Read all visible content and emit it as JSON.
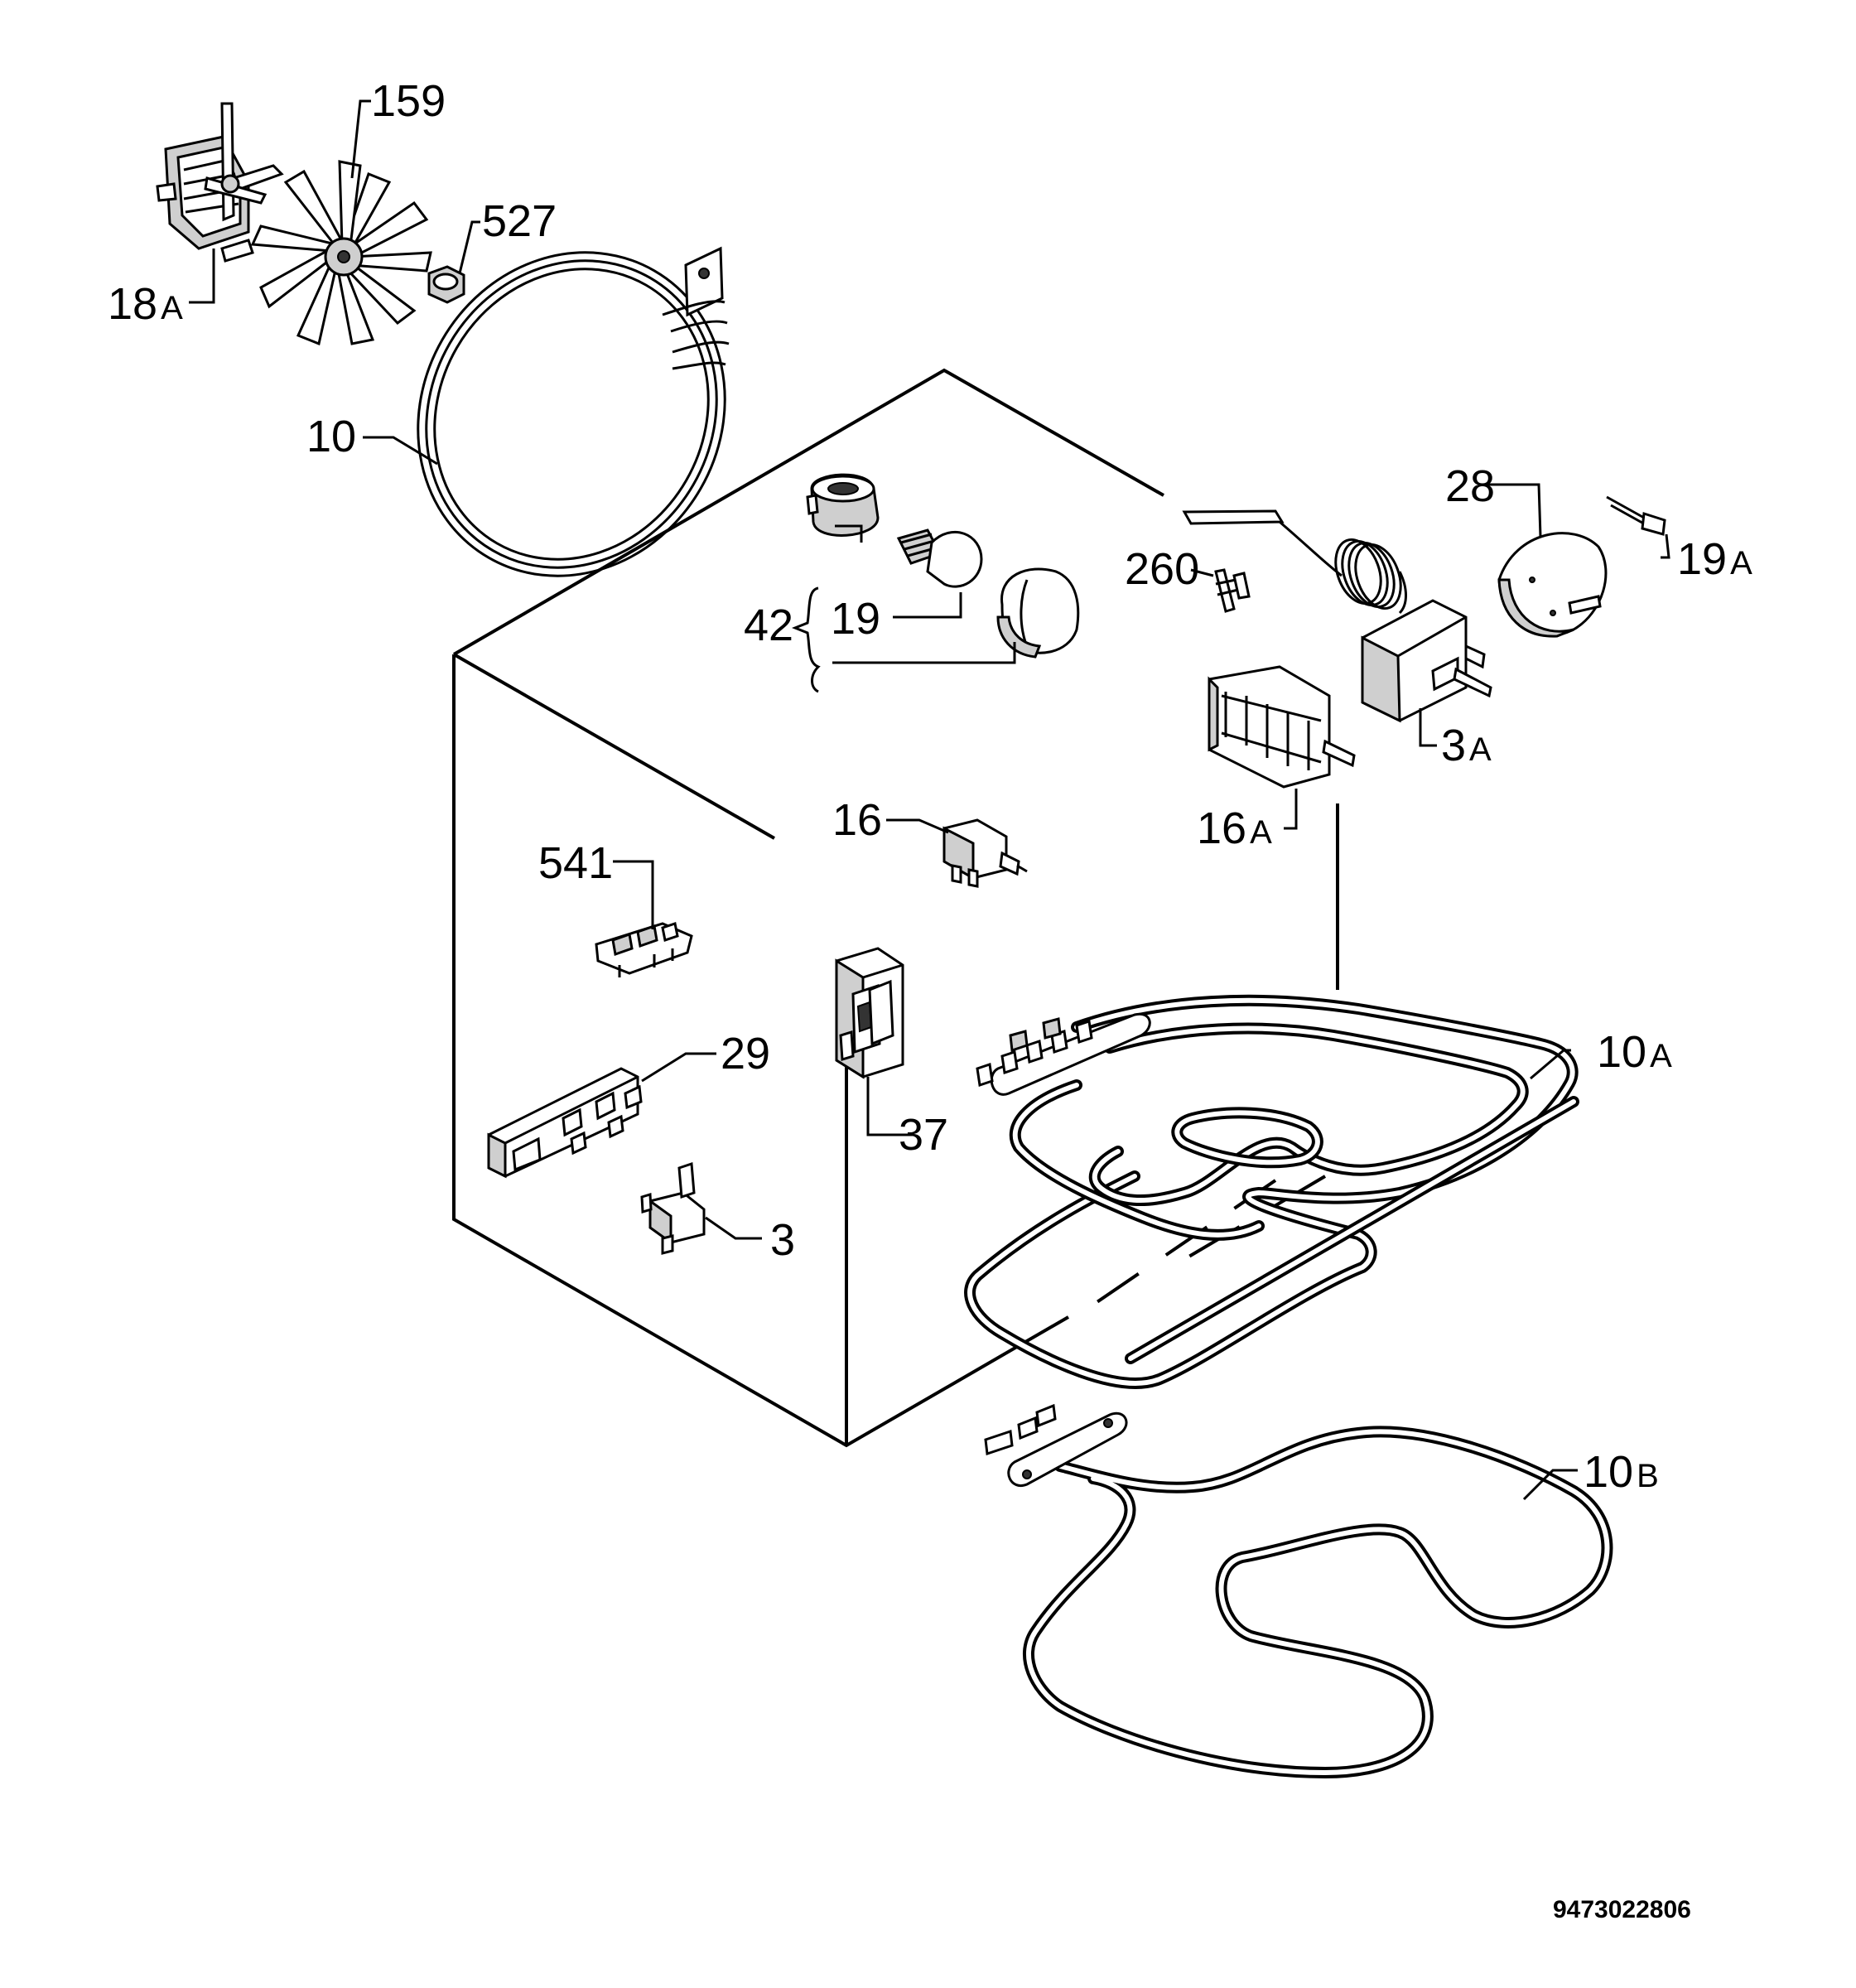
{
  "parts": [
    {
      "id": "p18a",
      "text": "18",
      "suffix": "A"
    },
    {
      "id": "p159",
      "text": "159",
      "suffix": ""
    },
    {
      "id": "p527",
      "text": "527",
      "suffix": ""
    },
    {
      "id": "p10",
      "text": "10",
      "suffix": ""
    },
    {
      "id": "p28",
      "text": "28",
      "suffix": ""
    },
    {
      "id": "p19a",
      "text": "19",
      "suffix": "A"
    },
    {
      "id": "p260",
      "text": "260",
      "suffix": ""
    },
    {
      "id": "p42",
      "text": "42",
      "suffix": ""
    },
    {
      "id": "p19",
      "text": "19",
      "suffix": ""
    },
    {
      "id": "p3a",
      "text": "3",
      "suffix": "A"
    },
    {
      "id": "p16a",
      "text": "16",
      "suffix": "A"
    },
    {
      "id": "p16",
      "text": "16",
      "suffix": ""
    },
    {
      "id": "p541",
      "text": "541",
      "suffix": ""
    },
    {
      "id": "p29",
      "text": "29",
      "suffix": ""
    },
    {
      "id": "p37",
      "text": "37",
      "suffix": ""
    },
    {
      "id": "p3",
      "text": "3",
      "suffix": ""
    },
    {
      "id": "p10a",
      "text": "10",
      "suffix": "A"
    },
    {
      "id": "p10b",
      "text": "10",
      "suffix": "B"
    }
  ],
  "document_code": "9473022806"
}
